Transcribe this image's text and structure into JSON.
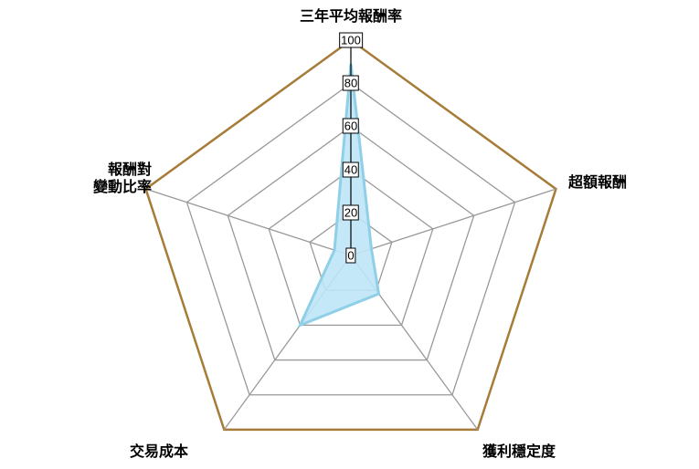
{
  "chart_data": {
    "type": "radar",
    "title": "",
    "axes": [
      "三年平均報酬率",
      "超額報酬",
      "獲利穩定度",
      "交易成本",
      "報酬對\n變動比率"
    ],
    "axis_lines": [
      [
        "三年平均報酬率"
      ],
      [
        "超額報酬"
      ],
      [
        "獲利穩定度"
      ],
      [
        "交易成本"
      ],
      [
        "報酬對",
        "變動比率"
      ]
    ],
    "ticks": [
      "0",
      "20",
      "40",
      "60",
      "80",
      "100"
    ],
    "range": [
      0,
      100
    ],
    "series": [
      {
        "name": "",
        "values": [
          89,
          10,
          22,
          40,
          8
        ],
        "fill": "#bfe6f7",
        "stroke": "#8fcfe8"
      }
    ],
    "colors": {
      "outer_ring": "#a67c38",
      "grid": "#999999",
      "axis": "#000000"
    }
  }
}
